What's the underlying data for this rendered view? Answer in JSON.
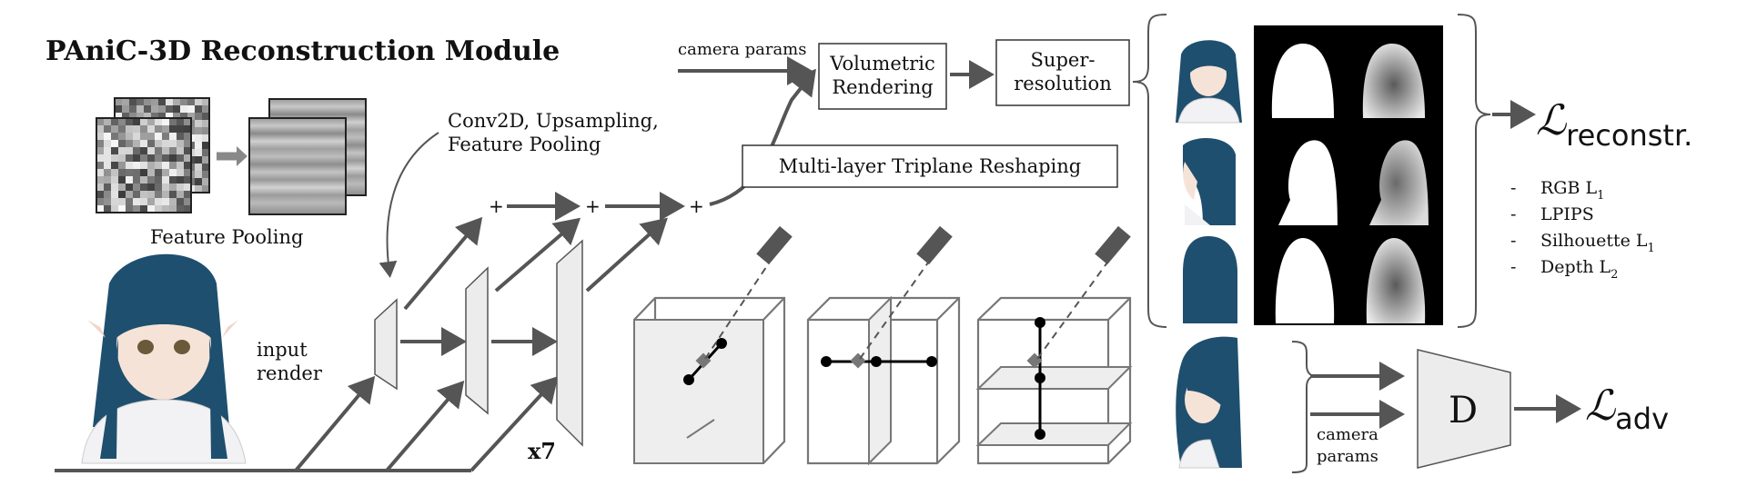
{
  "title": "PAniC-3D Reconstruction Module",
  "feature_pooling_label": "Feature Pooling",
  "input_render_label_line1": "input",
  "input_render_label_line2": "render",
  "conv_label_line1": "Conv2D, Upsampling,",
  "conv_label_line2": "Feature Pooling",
  "repeat_label": "x7",
  "plus_symbol": "+",
  "camera_params_top": "camera params",
  "volumetric_line1": "Volumetric",
  "volumetric_line2": "Rendering",
  "superres_line1": "Super-",
  "superres_line2": "resolution",
  "triplane_label": "Multi-layer Triplane Reshaping",
  "loss_symbol": "ℒ",
  "loss_reconstr_sub": "reconstr.",
  "loss_adv_sub": "adv",
  "loss_items": [
    {
      "text": "RGB L",
      "sub": "1"
    },
    {
      "text": "LPIPS",
      "sub": ""
    },
    {
      "text": "Silhouette L",
      "sub": "1"
    },
    {
      "text": "Depth L",
      "sub": "2"
    }
  ],
  "loss_bullet": "-",
  "discriminator_label": "D",
  "camera_params_bottom_line1": "camera",
  "camera_params_bottom_line2": "params",
  "colors": {
    "arrow": "#555555",
    "hair": "#1f4f6e",
    "skin": "#f6e3d8",
    "trapezoid_fill": "#ececec",
    "depth_dark": "#000000"
  }
}
